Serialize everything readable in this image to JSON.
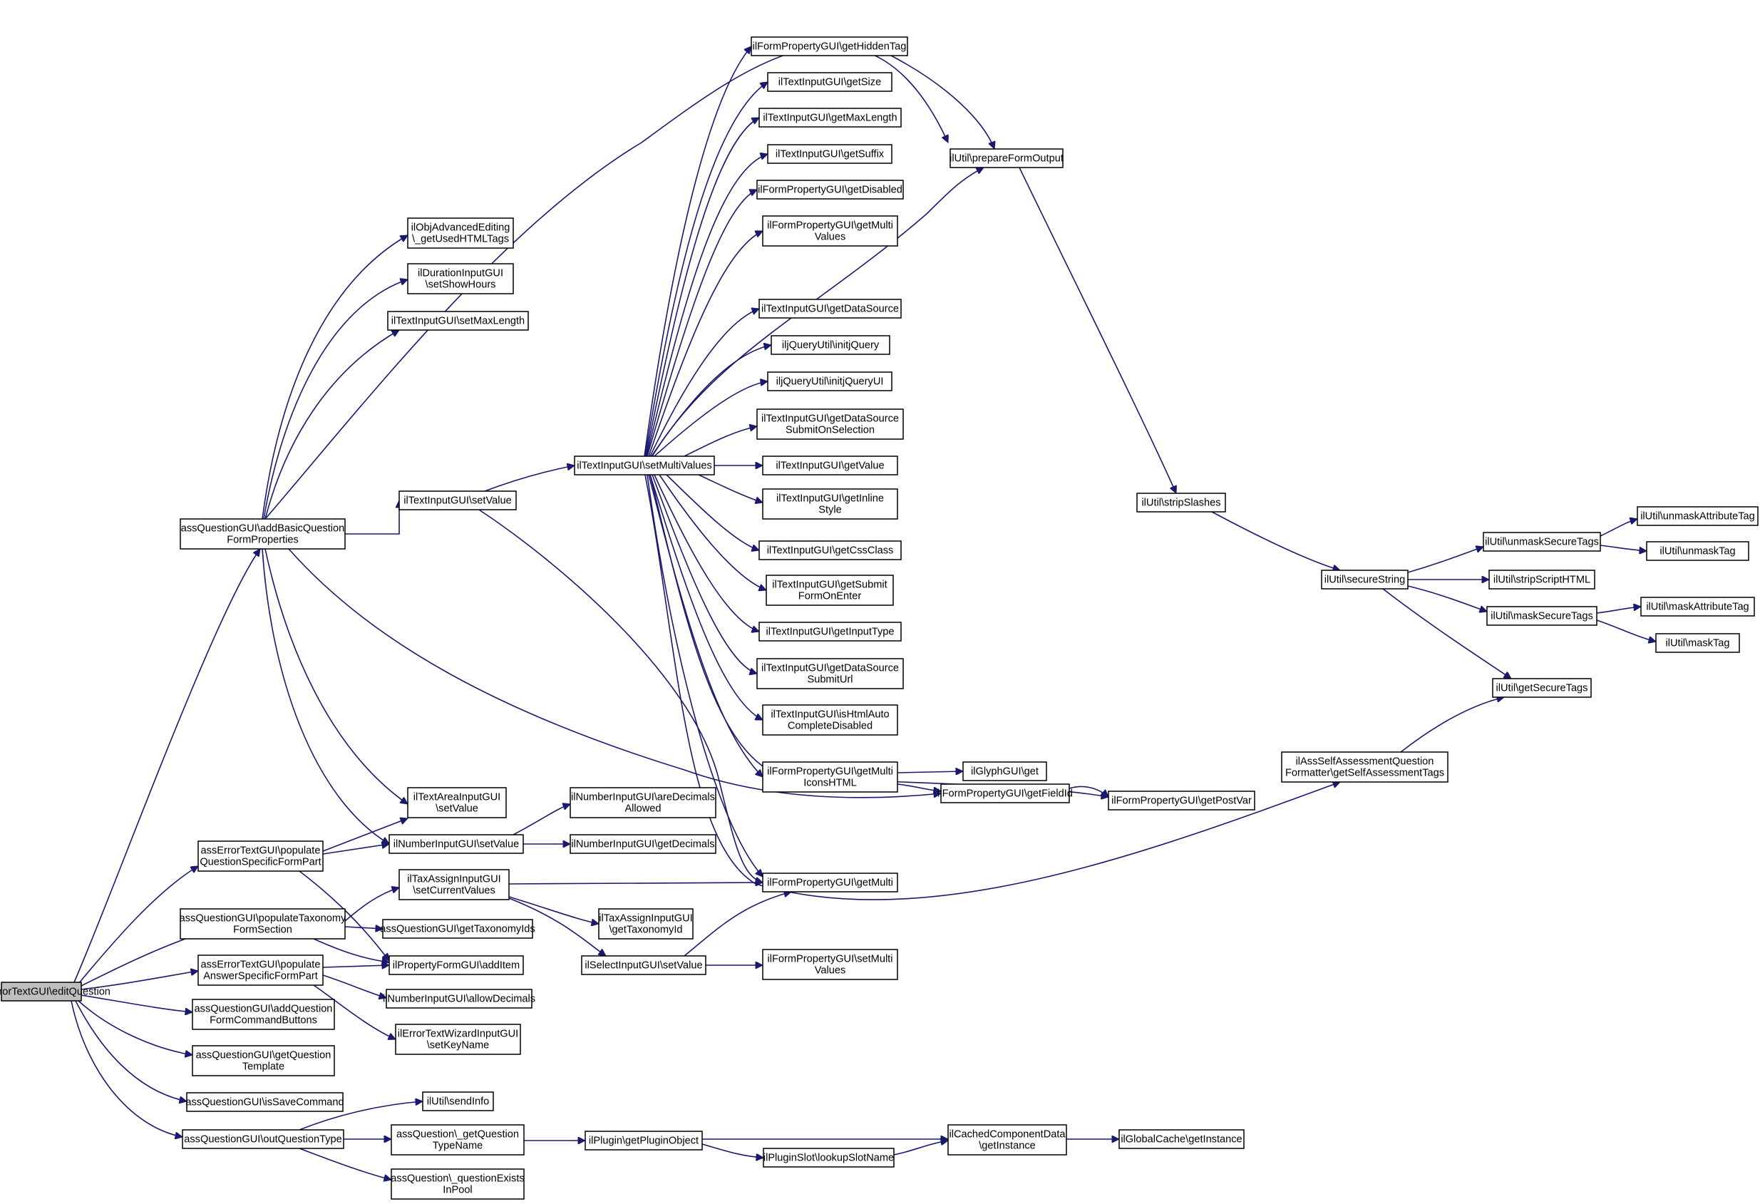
{
  "colors": {
    "edge": "#191970",
    "node_border": "#000000",
    "node_fill": "#ffffff",
    "root_fill": "#bfbfbf"
  },
  "nodes": [
    {
      "id": "n0",
      "lines": [
        "assErrorTextGUI\\editQuestion"
      ]
    },
    {
      "id": "n1",
      "lines": [
        "assQuestionGUI\\addBasicQuestion",
        "FormProperties"
      ]
    },
    {
      "id": "n2",
      "lines": [
        "assErrorTextGUI\\populate",
        "QuestionSpecificFormPart"
      ]
    },
    {
      "id": "n3",
      "lines": [
        "assQuestionGUI\\populateTaxonomy",
        "FormSection"
      ]
    },
    {
      "id": "n4",
      "lines": [
        "assErrorTextGUI\\populate",
        "AnswerSpecificFormPart"
      ]
    },
    {
      "id": "n5",
      "lines": [
        "assQuestionGUI\\addQuestion",
        "FormCommandButtons"
      ]
    },
    {
      "id": "n6",
      "lines": [
        "assQuestionGUI\\getQuestion",
        "Template"
      ]
    },
    {
      "id": "n7",
      "lines": [
        "assQuestionGUI\\isSaveCommand"
      ]
    },
    {
      "id": "n8",
      "lines": [
        "assQuestionGUI\\outQuestionType"
      ]
    },
    {
      "id": "n9",
      "lines": [
        "ilObjAdvancedEditing",
        "\\_getUsedHTMLTags"
      ]
    },
    {
      "id": "n10",
      "lines": [
        "ilDurationInputGUI",
        "\\setShowHours"
      ]
    },
    {
      "id": "n11",
      "lines": [
        "ilTextInputGUI\\setMaxLength"
      ]
    },
    {
      "id": "n12",
      "lines": [
        "ilTextInputGUI\\setValue"
      ]
    },
    {
      "id": "n13",
      "lines": [
        "ilTextAreaInputGUI",
        "\\setValue"
      ]
    },
    {
      "id": "n14",
      "lines": [
        "ilNumberInputGUI\\setValue"
      ]
    },
    {
      "id": "n15",
      "lines": [
        "ilTaxAssignInputGUI",
        "\\setCurrentValues"
      ]
    },
    {
      "id": "n16",
      "lines": [
        "assQuestionGUI\\getTaxonomyIds"
      ]
    },
    {
      "id": "n17",
      "lines": [
        "ilPropertyFormGUI\\addItem"
      ]
    },
    {
      "id": "n18",
      "lines": [
        "ilNumberInputGUI\\allowDecimals"
      ]
    },
    {
      "id": "n19",
      "lines": [
        "ilErrorTextWizardInputGUI",
        "\\setKeyName"
      ]
    },
    {
      "id": "n20",
      "lines": [
        "ilUtil\\sendInfo"
      ]
    },
    {
      "id": "n21",
      "lines": [
        "assQuestion\\_getQuestion",
        "TypeName"
      ]
    },
    {
      "id": "n22",
      "lines": [
        "assQuestion\\_questionExists",
        "InPool"
      ]
    },
    {
      "id": "n23",
      "lines": [
        "ilTextInputGUI\\setMultiValues"
      ]
    },
    {
      "id": "n24",
      "lines": [
        "ilNumberInputGUI\\areDecimals",
        "Allowed"
      ]
    },
    {
      "id": "n25",
      "lines": [
        "ilNumberInputGUI\\getDecimals"
      ]
    },
    {
      "id": "n26",
      "lines": [
        "ilTaxAssignInputGUI",
        "\\getTaxonomyId"
      ]
    },
    {
      "id": "n27",
      "lines": [
        "ilSelectInputGUI\\setValue"
      ]
    },
    {
      "id": "n28",
      "lines": [
        "ilPlugin\\getPluginObject"
      ]
    },
    {
      "id": "n29",
      "lines": [
        "ilPluginSlot\\lookupSlotName"
      ]
    },
    {
      "id": "n30",
      "lines": [
        "ilFormPropertyGUI\\getHiddenTag"
      ]
    },
    {
      "id": "n31",
      "lines": [
        "ilTextInputGUI\\getSize"
      ]
    },
    {
      "id": "n32",
      "lines": [
        "ilTextInputGUI\\getMaxLength"
      ]
    },
    {
      "id": "n33",
      "lines": [
        "ilTextInputGUI\\getSuffix"
      ]
    },
    {
      "id": "n34",
      "lines": [
        "ilFormPropertyGUI\\getDisabled"
      ]
    },
    {
      "id": "n35",
      "lines": [
        "ilFormPropertyGUI\\getMulti",
        "Values"
      ]
    },
    {
      "id": "n36",
      "lines": [
        "ilTextInputGUI\\getDataSource"
      ]
    },
    {
      "id": "n37",
      "lines": [
        "iljQueryUtil\\initjQuery"
      ]
    },
    {
      "id": "n38",
      "lines": [
        "iljQueryUtil\\initjQueryUI"
      ]
    },
    {
      "id": "n39",
      "lines": [
        "ilTextInputGUI\\getDataSource",
        "SubmitOnSelection"
      ]
    },
    {
      "id": "n40",
      "lines": [
        "ilTextInputGUI\\getValue"
      ]
    },
    {
      "id": "n41",
      "lines": [
        "ilTextInputGUI\\getInline",
        "Style"
      ]
    },
    {
      "id": "n42",
      "lines": [
        "ilTextInputGUI\\getCssClass"
      ]
    },
    {
      "id": "n43",
      "lines": [
        "ilTextInputGUI\\getSubmit",
        "FormOnEnter"
      ]
    },
    {
      "id": "n44",
      "lines": [
        "ilTextInputGUI\\getInputType"
      ]
    },
    {
      "id": "n45",
      "lines": [
        "ilTextInputGUI\\getDataSource",
        "SubmitUrl"
      ]
    },
    {
      "id": "n46",
      "lines": [
        "ilTextInputGUI\\isHtmlAuto",
        "CompleteDisabled"
      ]
    },
    {
      "id": "n47",
      "lines": [
        "ilFormPropertyGUI\\getMulti",
        "IconsHTML"
      ]
    },
    {
      "id": "n48",
      "lines": [
        "ilFormPropertyGUI\\getMulti"
      ]
    },
    {
      "id": "n49",
      "lines": [
        "ilFormPropertyGUI\\setMulti",
        "Values"
      ]
    },
    {
      "id": "n50",
      "lines": [
        "ilUtil\\prepareFormOutput"
      ]
    },
    {
      "id": "n51",
      "lines": [
        "ilGlyphGUI\\get"
      ]
    },
    {
      "id": "n52",
      "lines": [
        "ilFormPropertyGUI\\getFieldId"
      ]
    },
    {
      "id": "n53",
      "lines": [
        "ilCachedComponentData",
        "\\getInstance"
      ]
    },
    {
      "id": "n54",
      "lines": [
        "ilUtil\\stripSlashes"
      ]
    },
    {
      "id": "n55",
      "lines": [
        "ilFormPropertyGUI\\getPostVar"
      ]
    },
    {
      "id": "n56",
      "lines": [
        "ilAssSelfAssessmentQuestion",
        "Formatter\\getSelfAssessmentTags"
      ]
    },
    {
      "id": "n57",
      "lines": [
        "ilGlobalCache\\getInstance"
      ]
    },
    {
      "id": "n58",
      "lines": [
        "ilUtil\\secureString"
      ]
    },
    {
      "id": "n59",
      "lines": [
        "ilUtil\\unmaskSecureTags"
      ]
    },
    {
      "id": "n60",
      "lines": [
        "ilUtil\\stripScriptHTML"
      ]
    },
    {
      "id": "n61",
      "lines": [
        "ilUtil\\maskSecureTags"
      ]
    },
    {
      "id": "n62",
      "lines": [
        "ilUtil\\getSecureTags"
      ]
    },
    {
      "id": "n63",
      "lines": [
        "ilUtil\\unmaskAttributeTag"
      ]
    },
    {
      "id": "n64",
      "lines": [
        "ilUtil\\unmaskTag"
      ]
    },
    {
      "id": "n65",
      "lines": [
        "ilUtil\\maskAttributeTag"
      ]
    },
    {
      "id": "n66",
      "lines": [
        "ilUtil\\maskTag"
      ]
    }
  ],
  "edges": [
    [
      "n0",
      "n1"
    ],
    [
      "n0",
      "n2"
    ],
    [
      "n0",
      "n3"
    ],
    [
      "n0",
      "n4"
    ],
    [
      "n0",
      "n5"
    ],
    [
      "n0",
      "n6"
    ],
    [
      "n0",
      "n7"
    ],
    [
      "n0",
      "n8"
    ],
    [
      "n1",
      "n9"
    ],
    [
      "n1",
      "n10"
    ],
    [
      "n1",
      "n11"
    ],
    [
      "n1",
      "n12"
    ],
    [
      "n1",
      "n13"
    ],
    [
      "n1",
      "n14"
    ],
    [
      "n1",
      "n50"
    ],
    [
      "n1",
      "n52"
    ],
    [
      "n2",
      "n13"
    ],
    [
      "n2",
      "n14"
    ],
    [
      "n2",
      "n17"
    ],
    [
      "n3",
      "n15"
    ],
    [
      "n3",
      "n16"
    ],
    [
      "n3",
      "n17"
    ],
    [
      "n4",
      "n17"
    ],
    [
      "n4",
      "n18"
    ],
    [
      "n4",
      "n19"
    ],
    [
      "n8",
      "n20"
    ],
    [
      "n8",
      "n21"
    ],
    [
      "n8",
      "n22"
    ],
    [
      "n12",
      "n23"
    ],
    [
      "n12",
      "n48"
    ],
    [
      "n14",
      "n24"
    ],
    [
      "n14",
      "n25"
    ],
    [
      "n15",
      "n26"
    ],
    [
      "n15",
      "n27"
    ],
    [
      "n15",
      "n48"
    ],
    [
      "n21",
      "n28"
    ],
    [
      "n27",
      "n48"
    ],
    [
      "n27",
      "n49"
    ],
    [
      "n28",
      "n29"
    ],
    [
      "n28",
      "n53"
    ],
    [
      "n29",
      "n53"
    ],
    [
      "n23",
      "n30"
    ],
    [
      "n23",
      "n31"
    ],
    [
      "n23",
      "n32"
    ],
    [
      "n23",
      "n33"
    ],
    [
      "n23",
      "n34"
    ],
    [
      "n23",
      "n35"
    ],
    [
      "n23",
      "n36"
    ],
    [
      "n23",
      "n37"
    ],
    [
      "n23",
      "n38"
    ],
    [
      "n23",
      "n39"
    ],
    [
      "n23",
      "n40"
    ],
    [
      "n23",
      "n41"
    ],
    [
      "n23",
      "n42"
    ],
    [
      "n23",
      "n43"
    ],
    [
      "n23",
      "n44"
    ],
    [
      "n23",
      "n45"
    ],
    [
      "n23",
      "n46"
    ],
    [
      "n23",
      "n47"
    ],
    [
      "n23",
      "n48"
    ],
    [
      "n23",
      "n50"
    ],
    [
      "n23",
      "n55"
    ],
    [
      "n23",
      "n56"
    ],
    [
      "n30",
      "n50"
    ],
    [
      "n47",
      "n51"
    ],
    [
      "n47",
      "n52"
    ],
    [
      "n52",
      "n55"
    ],
    [
      "n50",
      "n54"
    ],
    [
      "n54",
      "n58"
    ],
    [
      "n53",
      "n57"
    ],
    [
      "n56",
      "n62"
    ],
    [
      "n58",
      "n59"
    ],
    [
      "n58",
      "n60"
    ],
    [
      "n58",
      "n61"
    ],
    [
      "n58",
      "n62"
    ],
    [
      "n59",
      "n63"
    ],
    [
      "n59",
      "n64"
    ],
    [
      "n61",
      "n65"
    ],
    [
      "n61",
      "n66"
    ]
  ]
}
